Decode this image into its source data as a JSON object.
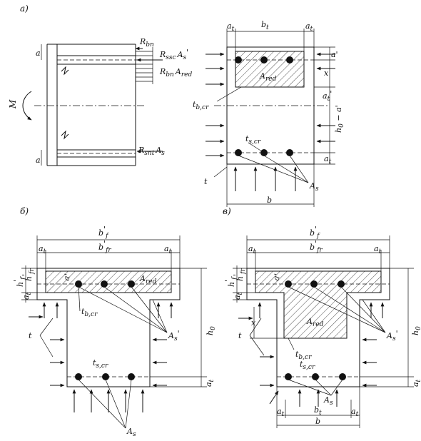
{
  "panel_labels": {
    "a": "а)",
    "b": "б)",
    "c": "в)"
  },
  "moment": "M",
  "elevation": {
    "r_bn": "R",
    "r_bn_sub": "bn",
    "r_ssc": "R",
    "r_ssc_sub": "ssc",
    "a_s_prime": "A",
    "a_s_prime_sub": "s",
    "a_s_prime_mark": "'",
    "r_bn_a": "R",
    "r_bn_a_sub": "bn",
    "a_red": "A",
    "a_red_sub": "red",
    "r_snt": "R",
    "r_snt_sub": "snt",
    "a_s": "A",
    "a_s_sub": "s",
    "a_top": "a",
    "a_bot": "a"
  },
  "rect_section": {
    "a_left": "a",
    "a_left_sub": "t",
    "b_t": "b",
    "b_t_sub": "t",
    "a_right": "a",
    "a_right_sub": "t",
    "a_red": "A",
    "a_red_sub": "red",
    "d_prime": "a'",
    "x": "x",
    "a_t_prime": "a",
    "a_t_prime_sub": "t",
    "a_t_prime_mark": "'",
    "h0_minus": "h",
    "h0_minus_sub": "0",
    "h0_minus_rest": " − a'",
    "t_b_cr": "t",
    "t_b_cr_sub": "b,cr",
    "t_s_cr": "t",
    "t_s_cr_sub": "s,cr",
    "a_t_bot": "a",
    "a_t_bot_sub": "t",
    "t": "t",
    "a_s": "A",
    "a_s_sub": "s",
    "b": "b"
  },
  "tsection_b": {
    "b_f": "b",
    "b_f_sub": "f",
    "b_f_mark": "'",
    "b_fr": "b",
    "b_fr_sub": "fr",
    "b_fr_mark": "'",
    "a_l": "a",
    "a_l_sub": "t",
    "a_r": "a",
    "a_r_sub": "t",
    "h_f": "h",
    "h_f_sub": "f",
    "h_f_mark": "'",
    "h_fr": "h",
    "h_fr_sub": "fr",
    "h_fr_mark": "'",
    "a_t": "a",
    "a_t_sub": "t",
    "d_prime": "a'",
    "a_red": "A",
    "a_red_sub": "red",
    "t_b_cr": "t",
    "t_b_cr_sub": "b,cr",
    "a_s_prime": "A",
    "a_s_prime_sub": "s",
    "a_s_prime_mark": "'",
    "t": "t",
    "h0": "h",
    "h0_sub": "0",
    "t_s_cr": "t",
    "t_s_cr_sub": "s,cr",
    "a_bot": "a",
    "a_bot_sub": "t",
    "a_s": "A",
    "a_s_sub": "s"
  },
  "tsection_c": {
    "b_f": "b",
    "b_f_sub": "f",
    "b_f_mark": "'",
    "b_fr": "b",
    "b_fr_sub": "fr",
    "b_fr_mark": "'",
    "a_l": "a",
    "a_l_sub": "t",
    "a_r": "a",
    "a_r_sub": "t",
    "h_f": "h",
    "h_f_sub": "f",
    "h_f_mark": "'",
    "h_fr": "h",
    "h_fr_sub": "fr",
    "h_fr_mark": "'",
    "a_t": "a",
    "a_t_sub": "t",
    "d_prime": "a'",
    "a_red": "A",
    "a_red_sub": "red",
    "x": "x",
    "t": "t",
    "t_b_cr": "t",
    "t_b_cr_sub": "b,cr",
    "a_s_prime": "A",
    "a_s_prime_sub": "s",
    "a_s_prime_mark": "'",
    "h0": "h",
    "h0_sub": "0",
    "t_s_cr": "t",
    "t_s_cr_sub": "s,cr",
    "a_s": "A",
    "a_s_sub": "s",
    "a_bot": "a",
    "a_bot_sub": "t",
    "a_l_bot": "a",
    "a_l_bot_sub": "t",
    "b_t": "b",
    "b_t_sub": "t",
    "a_r_bot": "a",
    "a_r_bot_sub": "t",
    "b": "b"
  }
}
